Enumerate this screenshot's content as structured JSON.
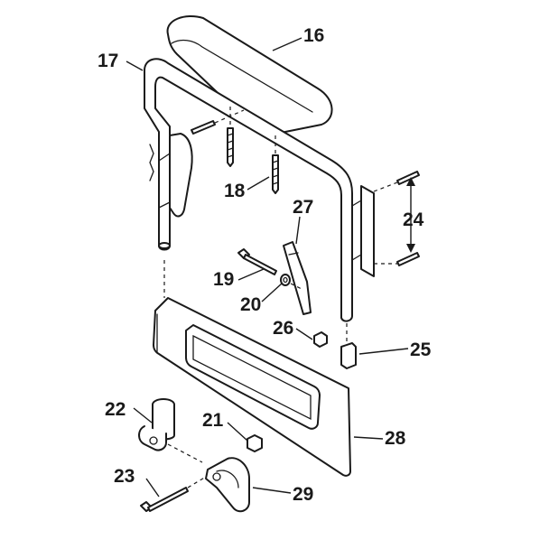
{
  "diagram": {
    "labels": {
      "p16": "16",
      "p17": "17",
      "p18": "18",
      "p19": "19",
      "p20": "20",
      "p21": "21",
      "p22": "22",
      "p23": "23",
      "p24": "24",
      "p25": "25",
      "p26": "26",
      "p27": "27",
      "p28": "28",
      "p29": "29"
    }
  }
}
